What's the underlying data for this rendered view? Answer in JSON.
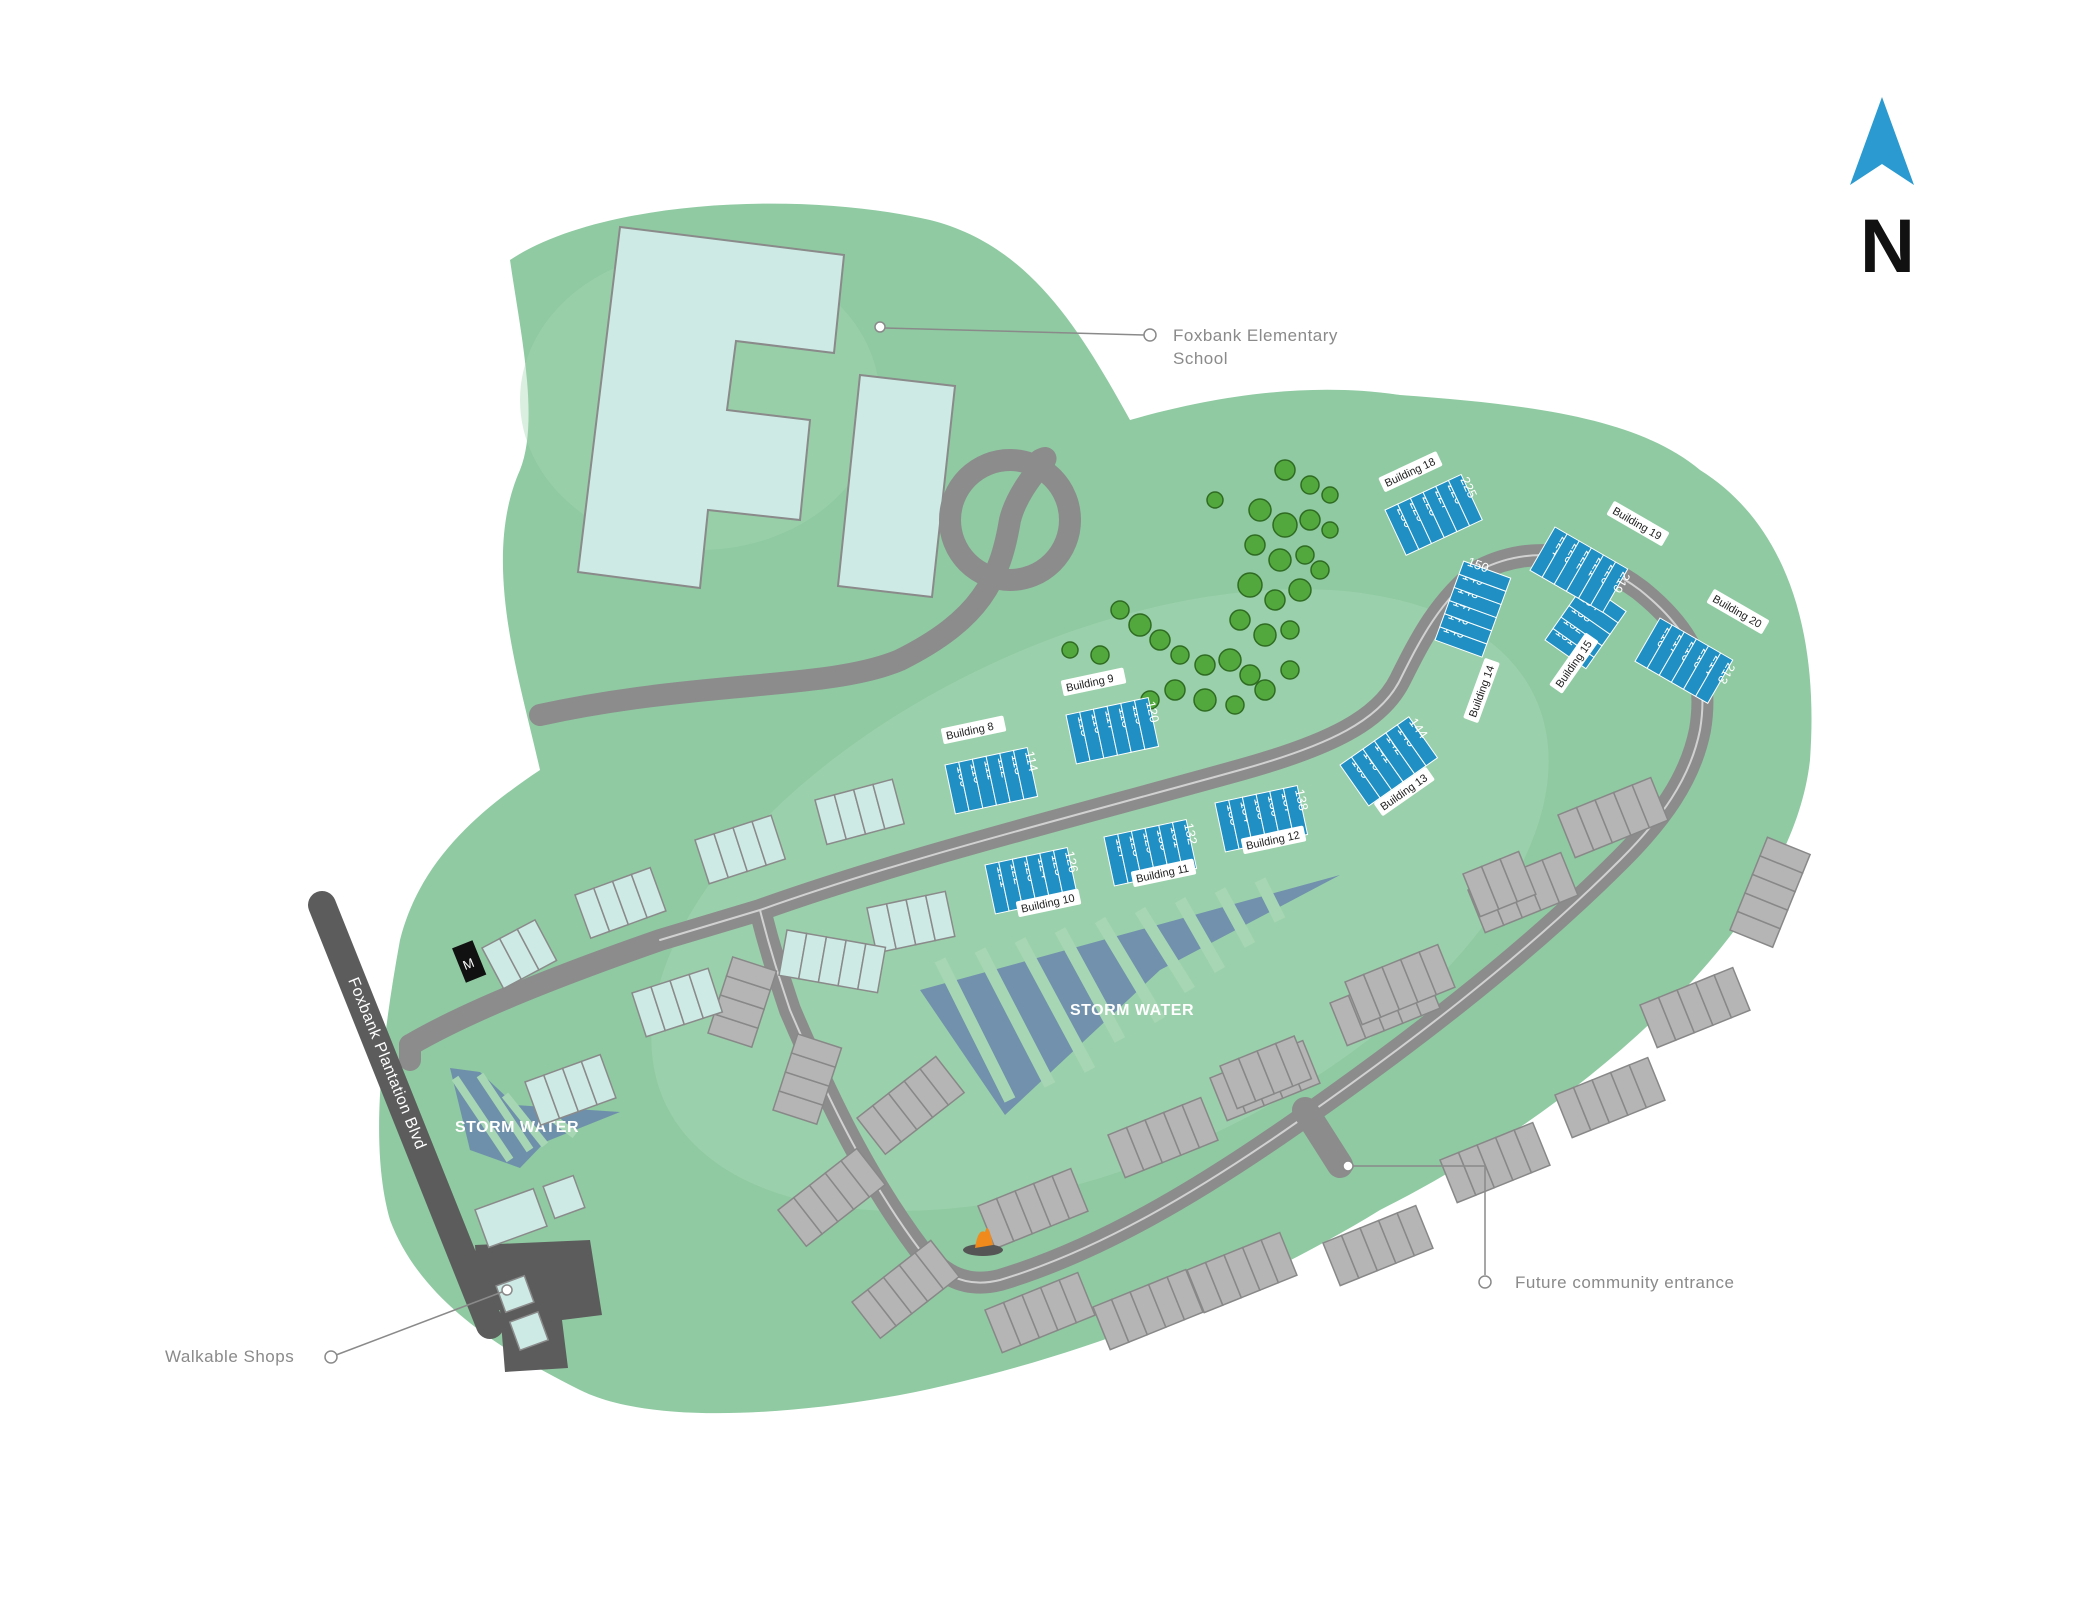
{
  "labels": {
    "school": [
      "Foxbank Elementary",
      "School"
    ],
    "shops": "Walkable Shops",
    "entrance": "Future community entrance",
    "road": "Foxbank Plantation Blvd",
    "storm_water": "STORM WATER",
    "model": "M",
    "north": "N"
  },
  "colors": {
    "land": "#8fcaa2",
    "land_light": "#a6d6b3",
    "road": "#8c8c8c",
    "road_dark": "#5c5c5c",
    "school_building": "#cdeae5",
    "unit_available": "#1f8fc4",
    "unit_pale": "#cdeae5",
    "unit_future": "#b5b5b5",
    "storm_water": "#6a86ad",
    "north_arrow": "#2a9ad0"
  },
  "buildings": [
    {
      "name": "Building 8",
      "units": [
        "109",
        "110",
        "111",
        "112",
        "113",
        "114"
      ]
    },
    {
      "name": "Building 9",
      "units": [
        "115",
        "116",
        "117",
        "118",
        "119",
        "120"
      ]
    },
    {
      "name": "Building 10",
      "units": [
        "121",
        "122",
        "123",
        "124",
        "125",
        "126"
      ]
    },
    {
      "name": "Building 11",
      "units": [
        "127",
        "128",
        "129",
        "130",
        "131",
        "132"
      ]
    },
    {
      "name": "Building 12",
      "units": [
        "133",
        "134",
        "135",
        "136",
        "137",
        "138"
      ]
    },
    {
      "name": "Building 13",
      "units": [
        "139",
        "140",
        "141",
        "142",
        "143",
        "144"
      ]
    },
    {
      "name": "Building 14",
      "units": [
        "145",
        "146",
        "147",
        "148",
        "149",
        "150"
      ]
    },
    {
      "name": "Building 15",
      "units": [
        "151",
        "152",
        "153",
        "154",
        "155"
      ]
    },
    {
      "name": "Building 18",
      "units": [
        "230",
        "229",
        "228",
        "227",
        "226",
        "225"
      ]
    },
    {
      "name": "Building 19",
      "units": [
        "224",
        "223",
        "222",
        "221",
        "220",
        "219"
      ]
    },
    {
      "name": "Building 20",
      "units": [
        "218",
        "217",
        "216",
        "215",
        "214",
        "213"
      ]
    }
  ]
}
